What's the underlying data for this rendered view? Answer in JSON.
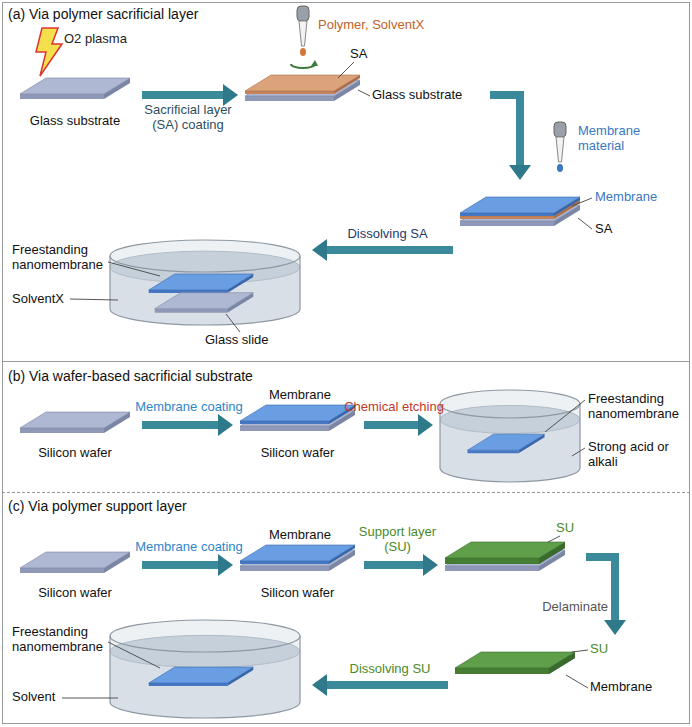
{
  "diagram": {
    "nodes": [
      {
        "text": [
          "(a) Via polymer sacrificial layer"
        ]
      },
      {
        "text": [
          "Glass substrate"
        ],
        "in": 0
      },
      {
        "text": [
          "SA",
          "Glass substrate"
        ],
        "in": 0
      },
      {
        "text": [
          "Membrane",
          "SA"
        ],
        "in": 0
      },
      {
        "text": [
          "Freestanding nanomembrane",
          "SolventX",
          "Glass slide"
        ],
        "in": 0
      },
      {
        "text": [
          "(b) Via wafer-based sacrificial substrate"
        ]
      },
      {
        "text": [
          "Silicon wafer"
        ],
        "in": 5
      },
      {
        "text": [
          "Membrane",
          "Silicon wafer"
        ],
        "in": 5
      },
      {
        "text": [
          "Freestanding nanomembrane",
          "Strong acid or alkali"
        ],
        "in": 5
      },
      {
        "text": [
          "(c) Via polymer support layer"
        ]
      },
      {
        "text": [
          "Silicon wafer"
        ],
        "in": 9
      },
      {
        "text": [
          "Membrane",
          "Silicon wafer"
        ],
        "in": 9
      },
      {
        "text": [
          "SU"
        ],
        "in": 9
      },
      {
        "text": [
          "SU",
          "Membrane"
        ],
        "in": 9
      },
      {
        "text": [
          "Freestanding nanomembrane",
          "Solvent"
        ],
        "in": 9
      }
    ],
    "edges": [
      {
        "from": 1,
        "to": 2,
        "arrow": "to",
        "label": "Sacrificial layer (SA) coating"
      },
      {
        "from": 2,
        "to": 3,
        "arrow": "to"
      },
      {
        "from": 3,
        "to": 4,
        "arrow": "to",
        "label": "Dissolving SA"
      },
      {
        "from": 6,
        "to": 7,
        "arrow": "to",
        "label": "Membrane coating"
      },
      {
        "from": 7,
        "to": 8,
        "arrow": "to",
        "label": "Chemical etching"
      },
      {
        "from": 10,
        "to": 11,
        "arrow": "to",
        "label": "Membrane coating"
      },
      {
        "from": 11,
        "to": 12,
        "arrow": "to",
        "label": "Support layer (SU)"
      },
      {
        "from": 12,
        "to": 13,
        "arrow": "to",
        "label": "Delaminate"
      },
      {
        "from": 13,
        "to": 14,
        "arrow": "to",
        "label": "Dissolving SU"
      }
    ],
    "labels": [
      "O2 plasma",
      "Polymer, SolventX",
      "Membrane material"
    ]
  }
}
